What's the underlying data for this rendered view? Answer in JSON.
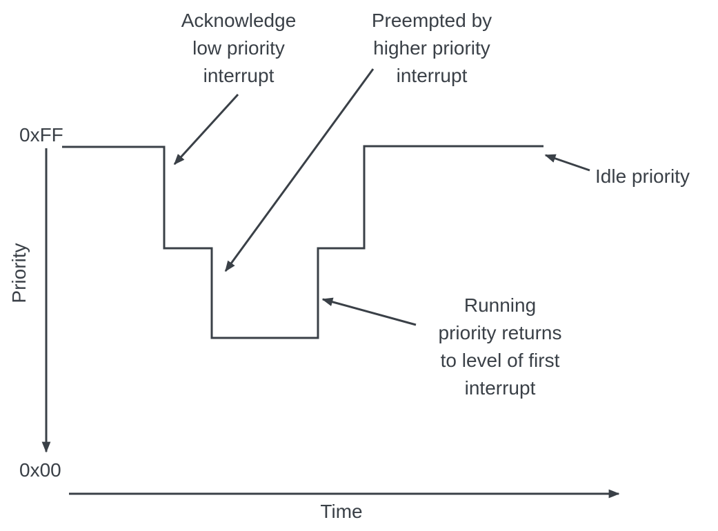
{
  "diagram": {
    "y_axis": {
      "label": "Priority",
      "top_tick": "0xFF",
      "bottom_tick": "0x00"
    },
    "x_axis": {
      "label": "Time"
    },
    "annotations": {
      "acknowledge": [
        "Acknowledge",
        "low priority",
        "interrupt"
      ],
      "preempted": [
        "Preempted by",
        "higher priority",
        "interrupt"
      ],
      "idle": [
        "Idle priority"
      ],
      "returns": [
        "Running",
        "priority returns",
        "to level of first",
        "interrupt"
      ]
    }
  },
  "colors": {
    "line": "#3a4047",
    "text": "#3a4047",
    "background": "#ffffff"
  }
}
